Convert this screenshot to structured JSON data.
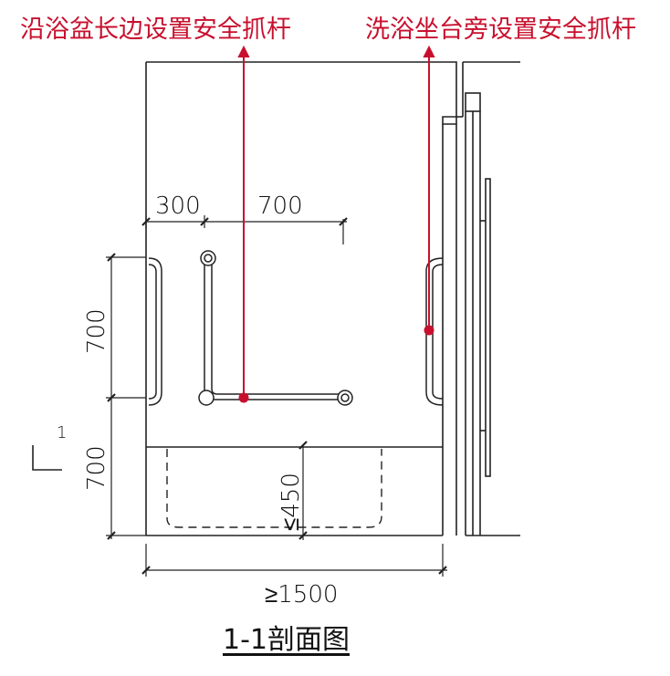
{
  "annotations": {
    "left": "沿浴盆长边设置安全抓杆",
    "right": "洗浴坐台旁设置安全抓杆"
  },
  "dimensions": {
    "top_a": "300",
    "top_b": "700",
    "left_upper": "700",
    "left_lower": "700",
    "bathtub_depth": "≤450",
    "bottom_width": "≥1500"
  },
  "section_marker": "1",
  "title": "1-1剖面图",
  "colors": {
    "annotation": "#c8102e",
    "lines": "#222222"
  }
}
